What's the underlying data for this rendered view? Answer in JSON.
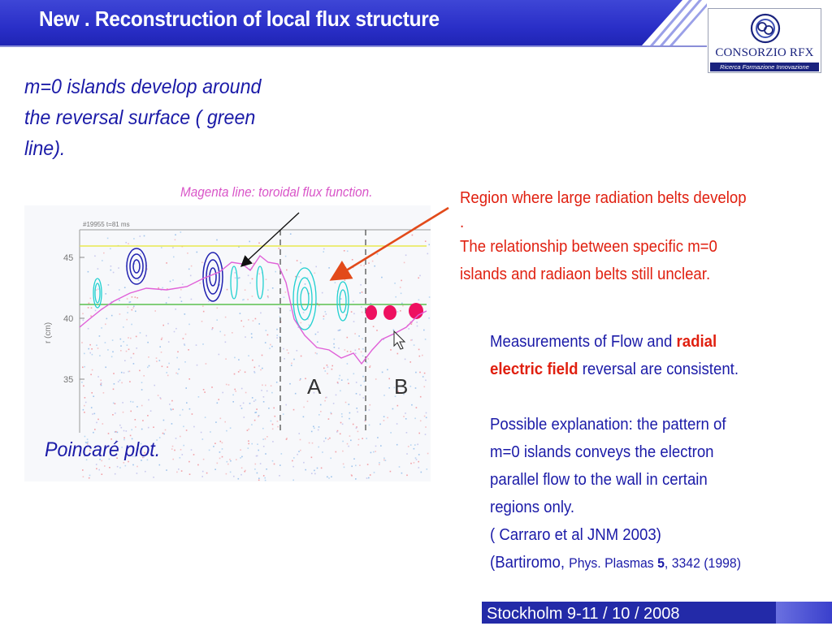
{
  "header": {
    "title": "New . Reconstruction of local  flux structure"
  },
  "logo": {
    "name": "CONSORZIO RFX",
    "tagline": "Ricerca Formazione Innovazione"
  },
  "intro": {
    "lines": [
      "m=0 islands develop around",
      "the reversal surface ( green",
      "line)."
    ]
  },
  "annotations": {
    "magenta_note": "Magenta line: toroidal flux function.",
    "region_lines": [
      "Region where large radiation belts develop",
      ".",
      "The relationship between specific m=0",
      " islands and radiaon belts still unclear."
    ]
  },
  "measurements": {
    "line1_start": "Measurements of Flow and ",
    "line1_highlight": "radial",
    "line2_highlight": "electric field",
    "line2_end": " reversal are consistent.",
    "explanation_lines": [
      "Possible explanation: the pattern of",
      "m=0 islands conveys the electron",
      "parallel flow to the wall in certain",
      "regions only.",
      "( Carraro et al JNM 2003)"
    ],
    "ref_author": "(Bartiromo, ",
    "ref_journal": "Phys. Plasmas ",
    "ref_volume": "5",
    "ref_rest": ", 3342 (1998)"
  },
  "plot": {
    "caption": "Poincaré plot.",
    "header_text": "#19955  t=81  ms",
    "y_label": "r (cm)",
    "y_ticks": [
      "45",
      "40",
      "35"
    ],
    "region_labels": [
      "A",
      "B"
    ],
    "line_colors": {
      "yellow": "#e8e850",
      "green": "#5cc050",
      "magenta": "#e060d8",
      "cyan": "#20d0d0",
      "blue": "#2020b0",
      "red": "#ee1060"
    }
  },
  "footer": {
    "text": "Stockholm 9-11 / 10 / 2008"
  }
}
